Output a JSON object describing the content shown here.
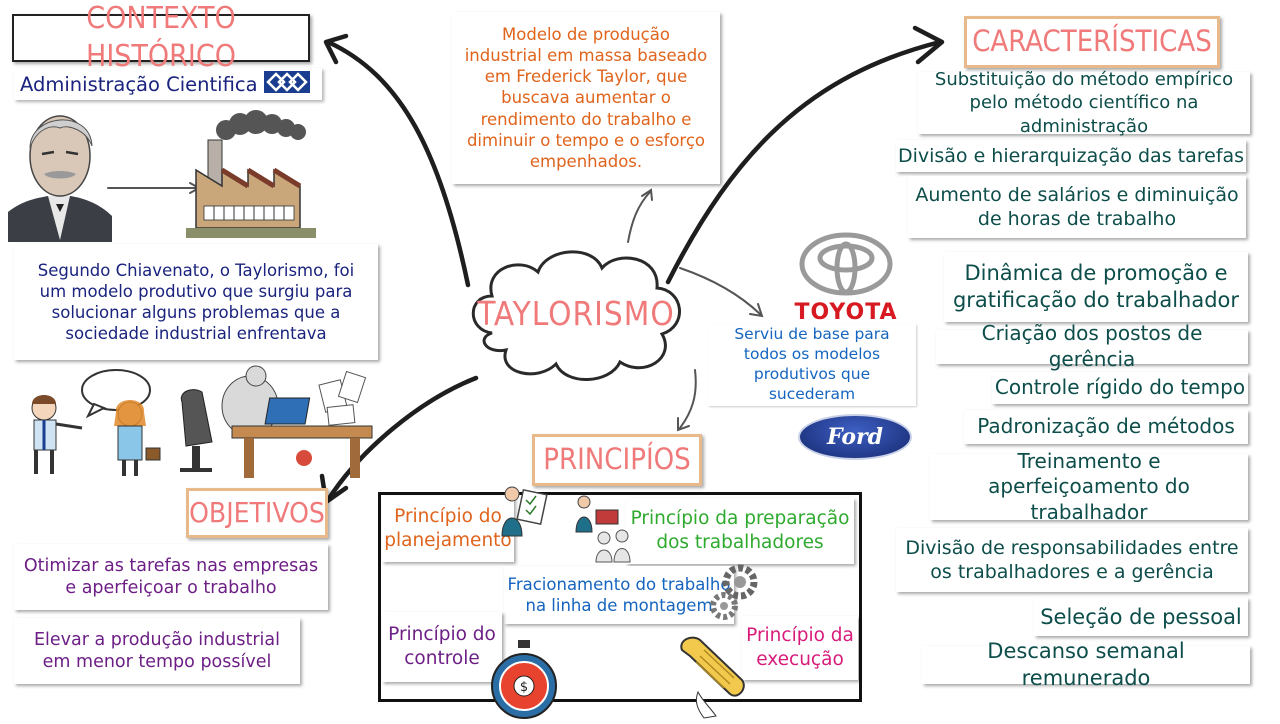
{
  "colors": {
    "header_pink": "#f07a7a",
    "orange": "#e0641c",
    "navy": "#1a237e",
    "teal": "#0d4d4a",
    "purple": "#6d1f86",
    "green": "#2eaa2e",
    "blue": "#1565c0",
    "magenta": "#d81b7a",
    "toyota_red": "#d71921",
    "ford_blue": "#1f3a93"
  },
  "center": {
    "title": "TAYLORISMO"
  },
  "contexto": {
    "title": "CONTEXTO HISTÓRICO",
    "subtitle": "Administração Cientifica",
    "chiavenato_text": "Segundo Chiavenato, o Taylorismo, foi um modelo produtivo que surgiu para solucionar alguns problemas que a sociedade industrial enfrentava"
  },
  "top_note": "Modelo de produção industrial em massa baseado em Frederick Taylor, que buscava aumentar o rendimento do trabalho e diminuir o tempo e o esforço empenhados.",
  "logos": {
    "toyota": "TOYOTA",
    "ford": "Ford"
  },
  "serviu_text": "Serviu de base para todos os modelos produtivos que sucederam",
  "caracteristicas": {
    "title": "CARACTERÍSTICAS",
    "items": [
      "Substituição do método empírico pelo método científico na administração",
      "Divisão e hierarquização das tarefas",
      "Aumento de salários e diminuição de horas de trabalho",
      "Dinâmica de promoção e gratificação do trabalhador",
      "Criação dos postos de gerência",
      "Controle rígido do tempo",
      "Padronização de métodos",
      "Treinamento e aperfeiçoamento do trabalhador",
      "Divisão de responsabilidades entre os trabalhadores e a gerência",
      "Seleção de pessoal",
      "Descanso semanal remunerado"
    ]
  },
  "principios": {
    "title": "PRINCIPÍOS",
    "planejamento": "Princípio do planejamento",
    "preparacao": "Princípio da preparação dos trabalhadores",
    "fracionamento": "Fracionamento do trabalho na linha de montagem",
    "controle": "Princípio do controle",
    "execucao": "Princípio da execução"
  },
  "objetivos": {
    "title": "OBJETIVOS",
    "items": [
      "Otimizar as tarefas nas empresas e aperfeiçoar o trabalho",
      "Elevar a produção industrial em menor tempo possível"
    ]
  }
}
